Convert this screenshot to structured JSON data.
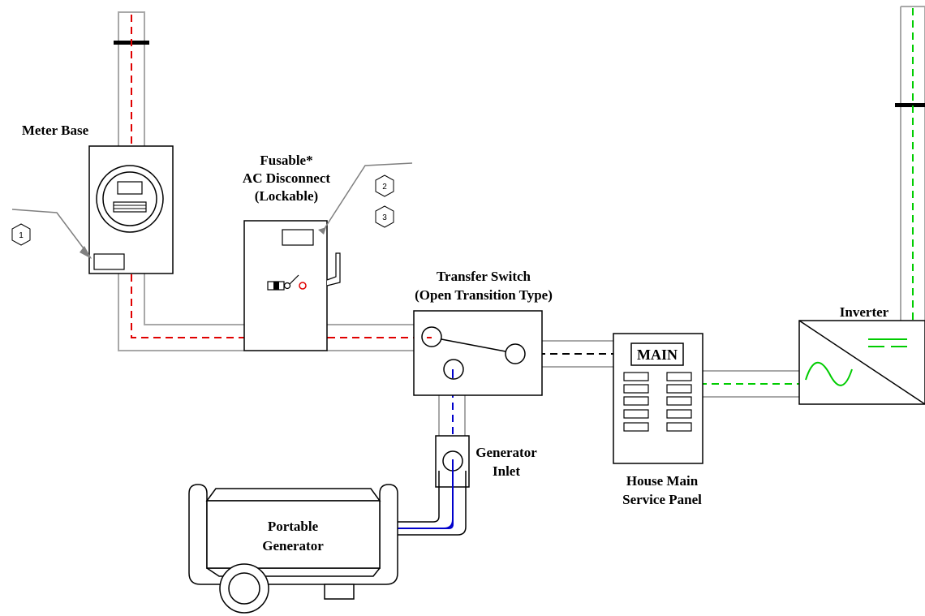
{
  "colors": {
    "utility_line": "#e00000",
    "generator_line": "#0000cc",
    "solar_line": "#00cc00",
    "house_line": "#000000",
    "conduit": "#a8a8a8"
  },
  "labels": {
    "meter_base": "Meter Base",
    "ac_disconnect": [
      "Fusable*",
      "AC Disconnect",
      "(Lockable)"
    ],
    "transfer_switch": [
      "Transfer Switch",
      "(Open Transition Type)"
    ],
    "inverter": "Inverter",
    "generator_inlet": [
      "Generator",
      "Inlet"
    ],
    "house_panel": [
      "House Main",
      "Service Panel"
    ],
    "portable_generator": [
      "Portable",
      "Generator"
    ],
    "main_breaker": "MAIN"
  },
  "callouts": [
    "1",
    "2",
    "3"
  ]
}
